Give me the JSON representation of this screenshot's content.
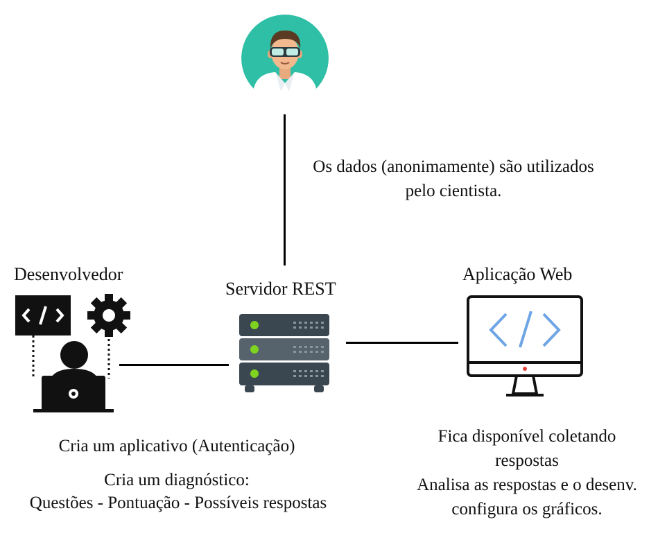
{
  "scientist": {
    "note_line1": "Os dados (anonimamente) são utilizados",
    "note_line2": "pelo cientista.",
    "icon": "scientist-avatar-icon"
  },
  "developer": {
    "title": "Desenvolvedor",
    "line1": "Cria um aplicativo (Autenticação)",
    "line2": "Cria um diagnóstico:",
    "line3": "Questões - Pontuação - Possíveis respostas",
    "icon": "developer-laptop-icon"
  },
  "server": {
    "title": "Servidor REST",
    "icon": "server-rack-icon"
  },
  "webapp": {
    "title": "Aplicação Web",
    "line1": "Fica disponível coletando",
    "line2": "respostas",
    "line3": "Analisa as respostas e o desenv.",
    "line4": "configura os gráficos.",
    "icon": "monitor-code-icon"
  },
  "colors": {
    "avatar_bg": "#2FBFA6",
    "server_dark": "#3A4650",
    "server_mid": "#56626C",
    "led_green": "#7ED321",
    "code_blue": "#6EA5E5"
  }
}
